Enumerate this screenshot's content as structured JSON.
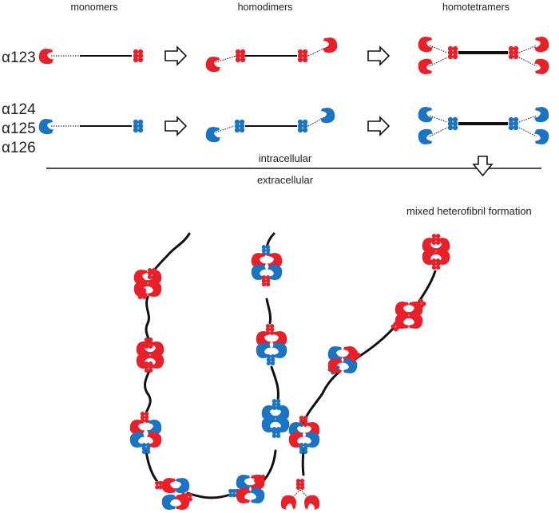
{
  "headers": {
    "monomers": "monomers",
    "homodimers": "homodimers",
    "homotetramers": "homotetramers"
  },
  "isoforms": {
    "red_group": [
      "α123"
    ],
    "blue_group": [
      "α124",
      "α125",
      "α126"
    ]
  },
  "membrane": {
    "above": "intracellular",
    "below": "extracellular"
  },
  "fibril_label": "mixed heterofibril formation",
  "colors": {
    "red": "#e8202a",
    "blue": "#1a74c2",
    "line": "#111111",
    "text": "#222222"
  }
}
